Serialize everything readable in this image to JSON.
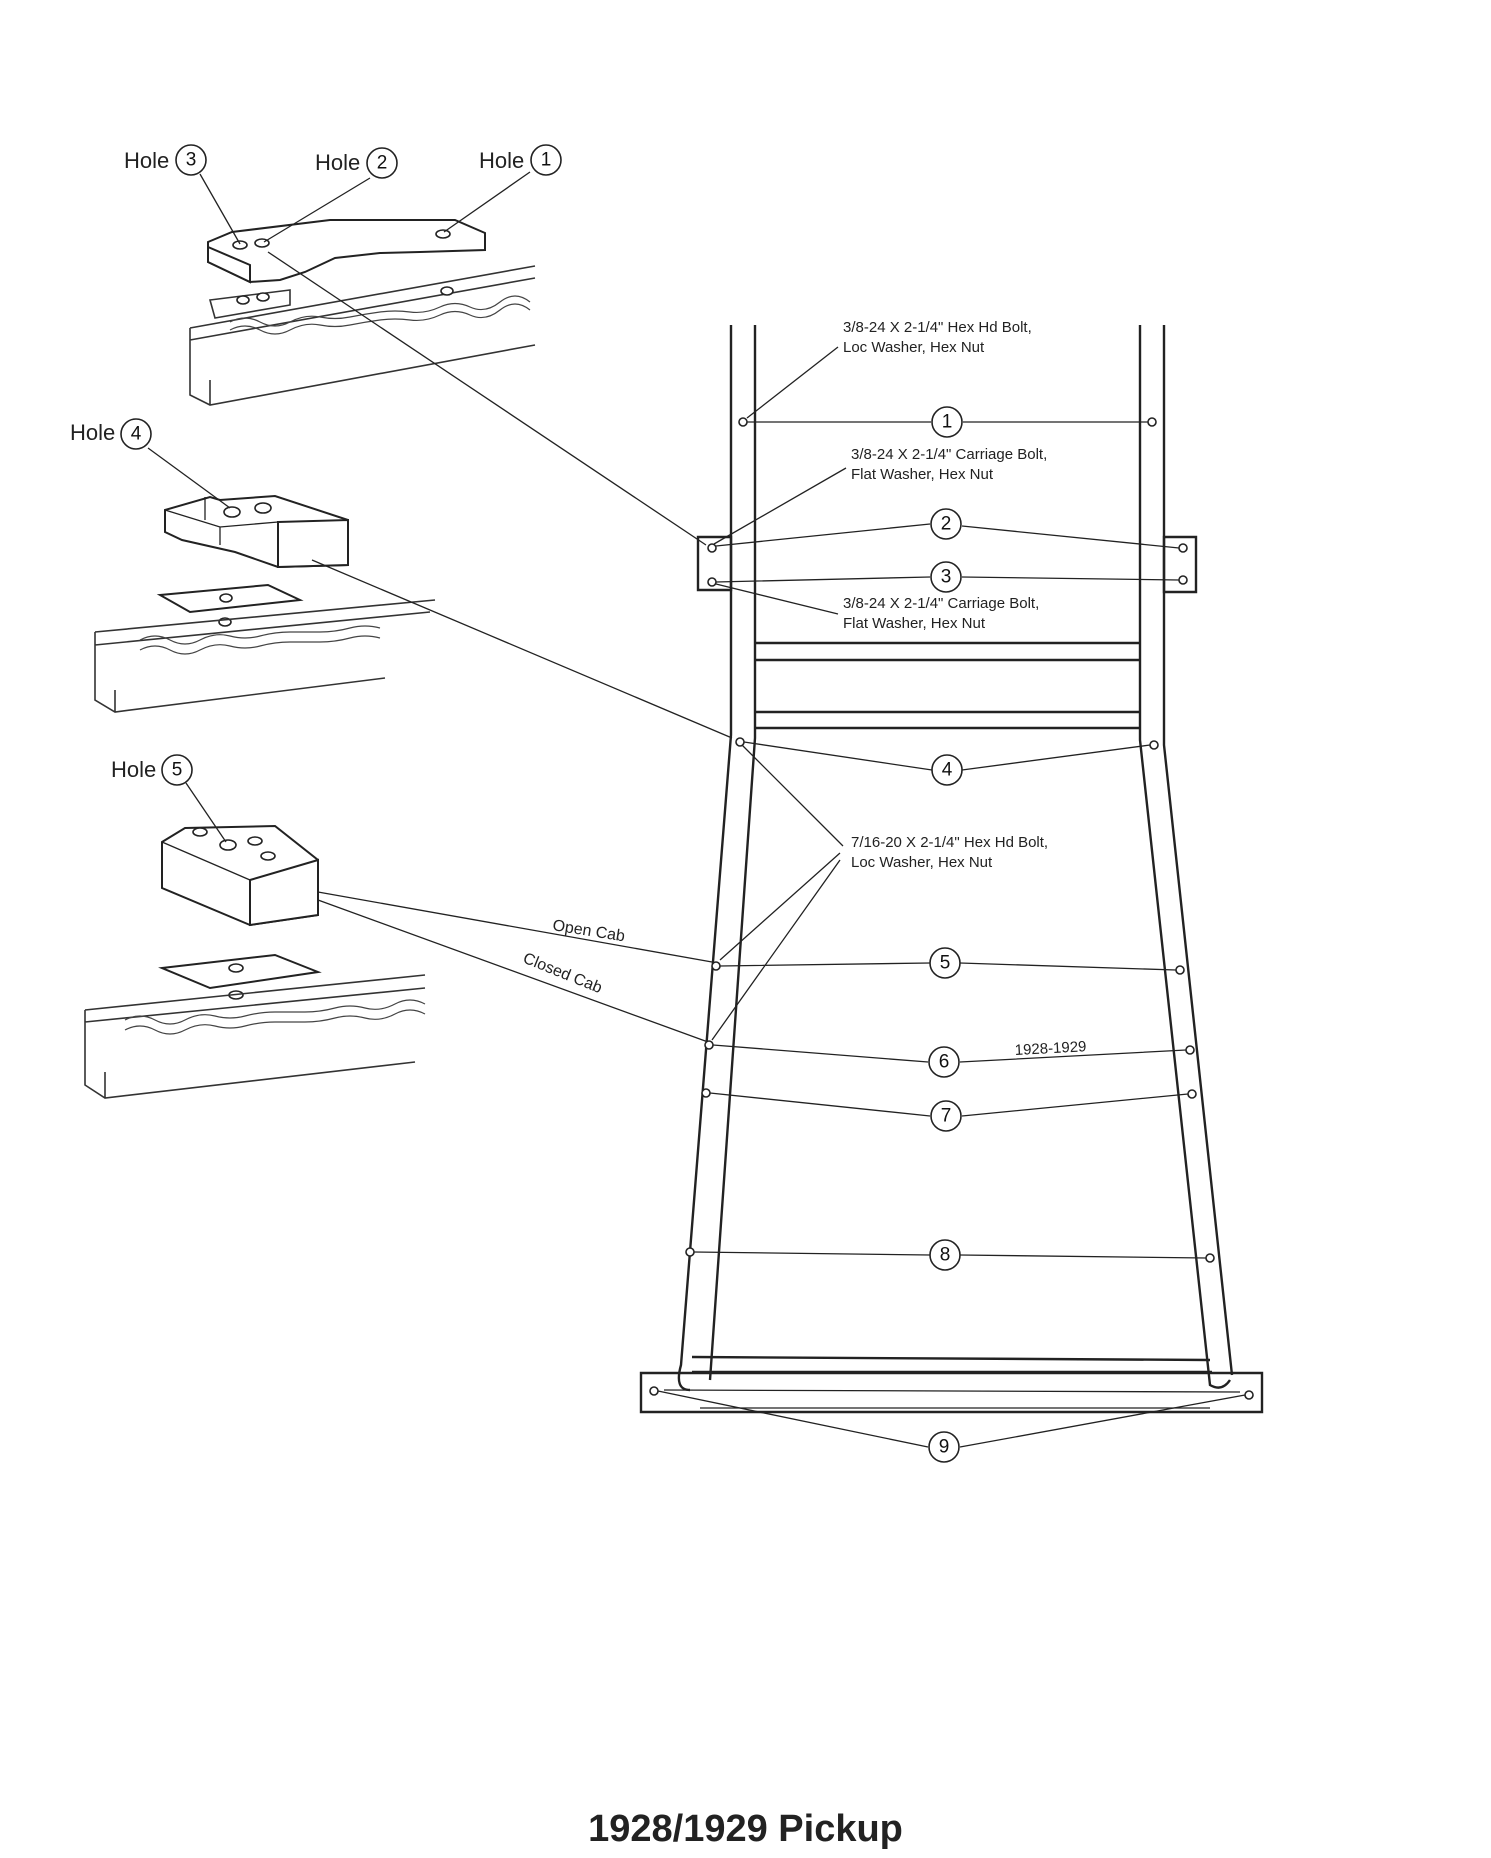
{
  "title": "1928/1929 Pickup",
  "hole_labels": {
    "word": "Hole",
    "h1": "1",
    "h2": "2",
    "h3": "3",
    "h4": "4",
    "h5": "5"
  },
  "callouts": {
    "c1_line1": "3/8-24 X 2-1/4\" Hex Hd Bolt,",
    "c1_line2": "Loc Washer, Hex Nut",
    "c2_line1": "3/8-24 X 2-1/4\" Carriage Bolt,",
    "c2_line2": "Flat Washer, Hex Nut",
    "c3_line1": "3/8-24 X 2-1/4\" Carriage Bolt,",
    "c3_line2": "Flat Washer, Hex Nut",
    "c4_line1": "7/16-20 X 2-1/4\" Hex Hd Bolt,",
    "c4_line2": "Loc Washer, Hex Nut"
  },
  "position_numbers": [
    "1",
    "2",
    "3",
    "4",
    "5",
    "6",
    "7",
    "8",
    "9"
  ],
  "cab_labels": {
    "open": "Open Cab",
    "closed": "Closed Cab"
  },
  "year_note": "1928-1929"
}
